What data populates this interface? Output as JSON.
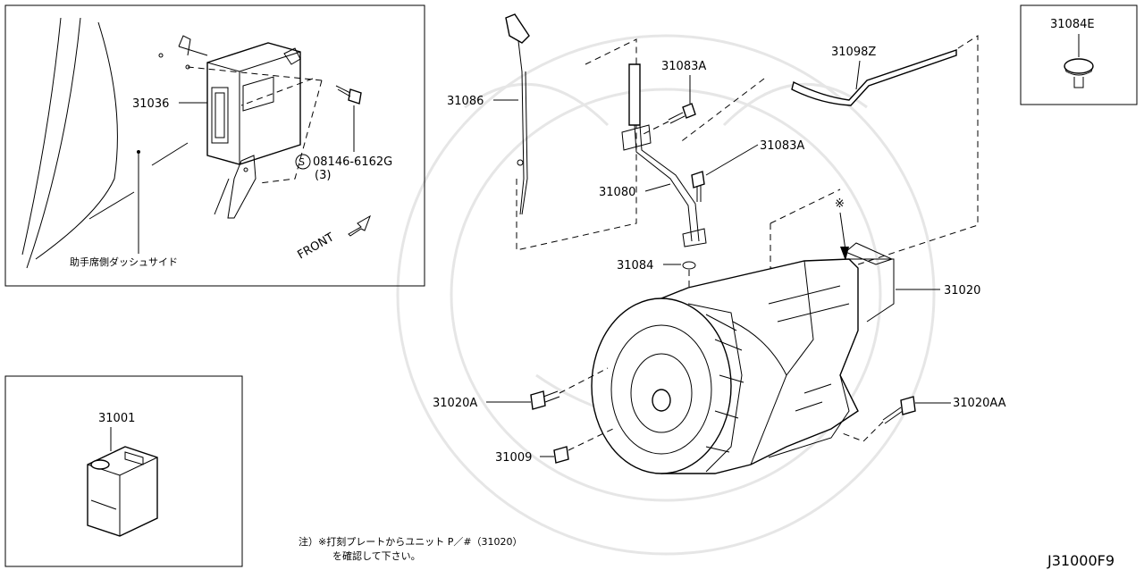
{
  "parts": {
    "p31036": "31036",
    "bolt_code": "08146-6162G",
    "bolt_qty": "(3)",
    "p31086": "31086",
    "p31083a_1": "31083A",
    "p31083a_2": "31083A",
    "p31098z": "31098Z",
    "p31084e": "31084E",
    "p31080": "31080",
    "p31084": "31084",
    "p31020": "31020",
    "p31020a": "31020A",
    "p31020aa": "31020AA",
    "p31009": "31009",
    "p31001": "31001"
  },
  "labels": {
    "front": "FRONT",
    "dash_side": "助手席側ダッシュサイド",
    "note_mark": "※",
    "bolt_symbol": "S",
    "note_line1": "注）※打刻プレートからユニット P／#（31020）",
    "note_line2": "を確認して下さい。",
    "diagram_code": "J31000F9"
  }
}
